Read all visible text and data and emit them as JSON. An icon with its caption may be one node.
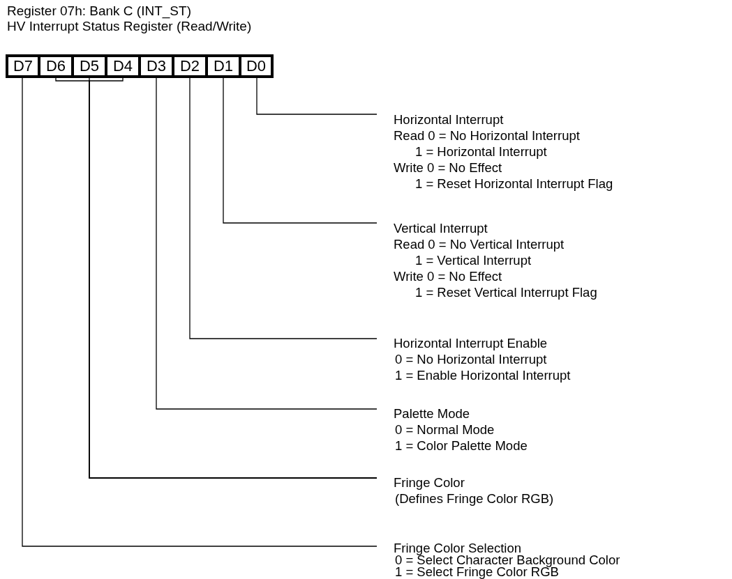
{
  "diagram": {
    "title": "Register 07h: Bank C (INT_ST)",
    "nodes": [
      {
        "text": [
          "D7"
        ]
      },
      {
        "text": [
          "D6"
        ]
      },
      {
        "text": [
          "D5"
        ]
      },
      {
        "text": [
          "D4"
        ]
      },
      {
        "text": [
          "D3"
        ]
      },
      {
        "text": [
          "D2"
        ]
      },
      {
        "text": [
          "D1"
        ]
      },
      {
        "text": [
          "D0"
        ]
      },
      {
        "text": [
          "Horizontal Interrupt",
          "Read 0 = No Horizontal Interrupt",
          "1 = Horizontal Interrupt",
          "Write 0 = No Effect",
          "1 = Reset Horizontal Interrupt Flag"
        ]
      },
      {
        "text": [
          "Vertical Interrupt",
          "Read 0 = No Vertical Interrupt",
          "1 = Vertical Interrupt",
          "Write 0 = No Effect",
          "1 = Reset Vertical Interrupt Flag"
        ]
      },
      {
        "text": [
          "Horizontal Interrupt Enable",
          "0 = No Horizontal Interrupt",
          "1 = Enable Horizontal Interrupt"
        ]
      },
      {
        "text": [
          "Palette Mode",
          "0 = Normal Mode",
          "1 = Color Palette Mode"
        ]
      },
      {
        "text": [
          "Fringe Color",
          "(Defines Fringe Color RGB)"
        ]
      },
      {
        "text": [
          "Fringe Color Selection",
          "0 = Select Character Background Color",
          "1 = Select Fringe Color RGB"
        ]
      }
    ],
    "edges": [
      {
        "from": 7,
        "to": 8,
        "arrow": "none"
      },
      {
        "from": 6,
        "to": 9,
        "arrow": "none"
      },
      {
        "from": 5,
        "to": 10,
        "arrow": "none"
      },
      {
        "from": 4,
        "to": 11,
        "arrow": "none"
      },
      {
        "from": 1,
        "to": 12,
        "arrow": "none"
      },
      {
        "from": 2,
        "to": 12,
        "arrow": "none"
      },
      {
        "from": 3,
        "to": 12,
        "arrow": "none"
      },
      {
        "from": 0,
        "to": 13,
        "arrow": "none"
      }
    ],
    "labels": [
      "HV Interrupt Status Register (Read/Write)"
    ]
  }
}
